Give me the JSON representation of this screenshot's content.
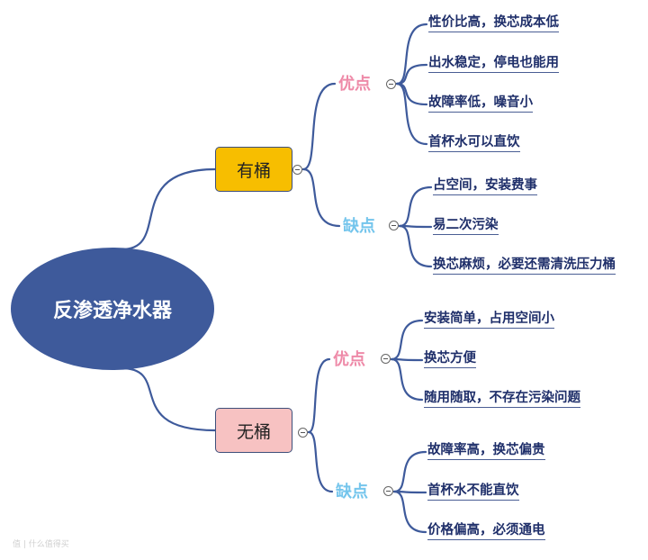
{
  "colors": {
    "root_fill": "#3e5a9b",
    "with_tank_fill": "#f7be00",
    "tankless_fill": "#f7c2c2",
    "pros_text": "#ee8aa8",
    "cons_text": "#74c5ec",
    "leaf_text": "#1f2f6a",
    "connector": "#3e5a9b"
  },
  "root": {
    "label": "反渗透净水器"
  },
  "branches": [
    {
      "label": "有桶",
      "pros": {
        "label": "优点",
        "items": [
          "性价比高，换芯成本低",
          "出水稳定，停电也能用",
          "故障率低，噪音小",
          "首杯水可以直饮"
        ]
      },
      "cons": {
        "label": "缺点",
        "items": [
          "占空间，安装费事",
          "易二次污染",
          "换芯麻烦，必要还需清洗压力桶"
        ]
      }
    },
    {
      "label": "无桶",
      "pros": {
        "label": "优点",
        "items": [
          "安装简单，占用空间小",
          "换芯方便",
          "随用随取，不存在污染问题"
        ]
      },
      "cons": {
        "label": "缺点",
        "items": [
          "故障率高，换芯偏贵",
          "首杯水不能直饮",
          "价格偏高，必须通电"
        ]
      }
    }
  ],
  "watermark": "值 | 什么值得买"
}
